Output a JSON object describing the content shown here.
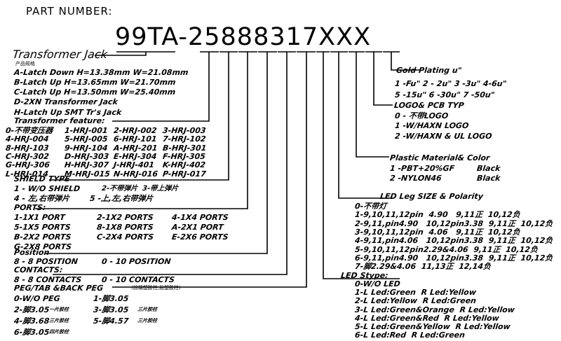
{
  "header": "PART NUMBER:",
  "part_number": "99TA-25888317XXX",
  "transformer_jack": {
    "title": "Transformer Jack",
    "subtitle": "产品规格",
    "items": [
      "A-Latch Down H=13.38mm W=21.08mm",
      "B-Latch Up H=13.65mm W=21.70mm",
      "C-Latch Up H=13.50mm W=25.40mm",
      "D-2XN Transformer Jack",
      "H-Latch Up SMT Tr's Jack"
    ]
  },
  "transformer_feature": {
    "title": "Transformer feature:",
    "rows": [
      [
        "0-不带变压器",
        "1-HRJ-001",
        "2-HRJ-002",
        "3-HRJ-003"
      ],
      [
        "4-HRJ-004",
        "5-HRJ-005",
        "6-HRJ-101",
        "7-HRJ-102"
      ],
      [
        "8-HRJ-103",
        "9-HRJ-104",
        "A-HRJ-201",
        "B-HRJ-301"
      ],
      [
        "C-HRJ-302",
        "D-HRJ-303",
        "E-HRJ-304",
        "F-HRJ-305"
      ],
      [
        "G-HRJ-306",
        "H-HRJ-307",
        "J-HRJ-401",
        "K-HRJ-402"
      ],
      [
        "L-HRJ-014",
        "M-HRJ-015",
        "N-HRJ-016",
        "P-HRJ-017"
      ]
    ]
  },
  "shield": {
    "title": "SHIELD TYPE",
    "row1": [
      "1 - W/O SHIELD",
      "2-不带弹片",
      "3-带上弹片"
    ],
    "row2": [
      "4 - 左,右带弹片",
      "5 -上,左,右带弹片"
    ]
  },
  "ports": {
    "title": "PORTS:",
    "rows": [
      [
        "1-1X1 PORT",
        "2-1X2 PORTS",
        "4-1X4 PORTS"
      ],
      [
        "5-1X5 PORTS",
        "8-1X8 PORTS",
        "A-2X1 PORT"
      ],
      [
        "B-2X2 PORTS",
        "C-2X4 PORTS",
        "E-2X6 PORTS"
      ],
      [
        "G-2X8 PORTS",
        "",
        ""
      ]
    ]
  },
  "position": {
    "title": "Position",
    "items": [
      "8 - 8 POSITION",
      "0 - 10 POSITION"
    ]
  },
  "contacts": {
    "title": "CONTACTS:",
    "items": [
      "8 - 8 CONTACTS",
      "0 - 10 CONTACTS"
    ]
  },
  "peg": {
    "title": "PEG/TAB &BACK PEG",
    "note": "(前端塑胶柱,后塑胶柱)",
    "rows": [
      [
        "0-W/O PEG",
        "",
        "1-脚3.05",
        ""
      ],
      [
        "2-脚3.05",
        "一片胶柱",
        "3-脚3.05",
        "三片胶柱"
      ],
      [
        "4-脚3.68",
        "三片胶柱",
        "5-脚4.57",
        "三片胶柱"
      ],
      [
        "6-脚3.05",
        "四片胶柱",
        "",
        ""
      ]
    ]
  },
  "gold": {
    "title": "Gold Plating u\"",
    "line1": "1 -Fu\" 2 - 2u\" 3 -3u\" 4-6u\"",
    "line2": "5 -15u\" 6 -30u\" 7 -50u\""
  },
  "logo": {
    "title": "LOGO& PCB TYP",
    "items": [
      "0 - 不带LOGO",
      "1 -W/HAXN LOGO",
      "2 -W/HAXN & UL LOGO"
    ]
  },
  "plastic": {
    "title": "Plastic Material& Color",
    "items": [
      [
        "1 -PBT+20%GF",
        "Black"
      ],
      [
        "2 -NYLON46",
        "Black"
      ]
    ]
  },
  "led_leg": {
    "title": "LED Leg SIZE & Polarity",
    "items": [
      "0-不带灯",
      "1-9,10,11,12pin  4.90   9,11正  10,12负",
      "2-9,11,pin4.90   10,12pin3.38  9,11正  10,12负",
      "3-9,10,11,12pin  4.06   9,11正  10,12负",
      "4-9,11,pin4.06   10,12pin3.38  9,11正  10,12负",
      "5-9,10,11,12pin2.29&4.06  9,11正  10,12负",
      "6-9,11,pin4.90   10,12pin3.38  9,11正  10,12负",
      "7-脚2.29&4.06  11,13正  12,14负"
    ]
  },
  "led_type": {
    "title": "LED Stype:",
    "items": [
      "0-W/O LED",
      "1-L Led:Green  R Led:Yellow",
      "2-L Led:Yellow  R Led:Green",
      "3-L Led:Green&Orange  R Led:Yellow",
      "4-L Led:Green&Red  R Led:Yellow",
      "5-L Led:Green&Yellow  R Led:Yellow",
      "6-L Led:Red  R Led:Green"
    ]
  }
}
